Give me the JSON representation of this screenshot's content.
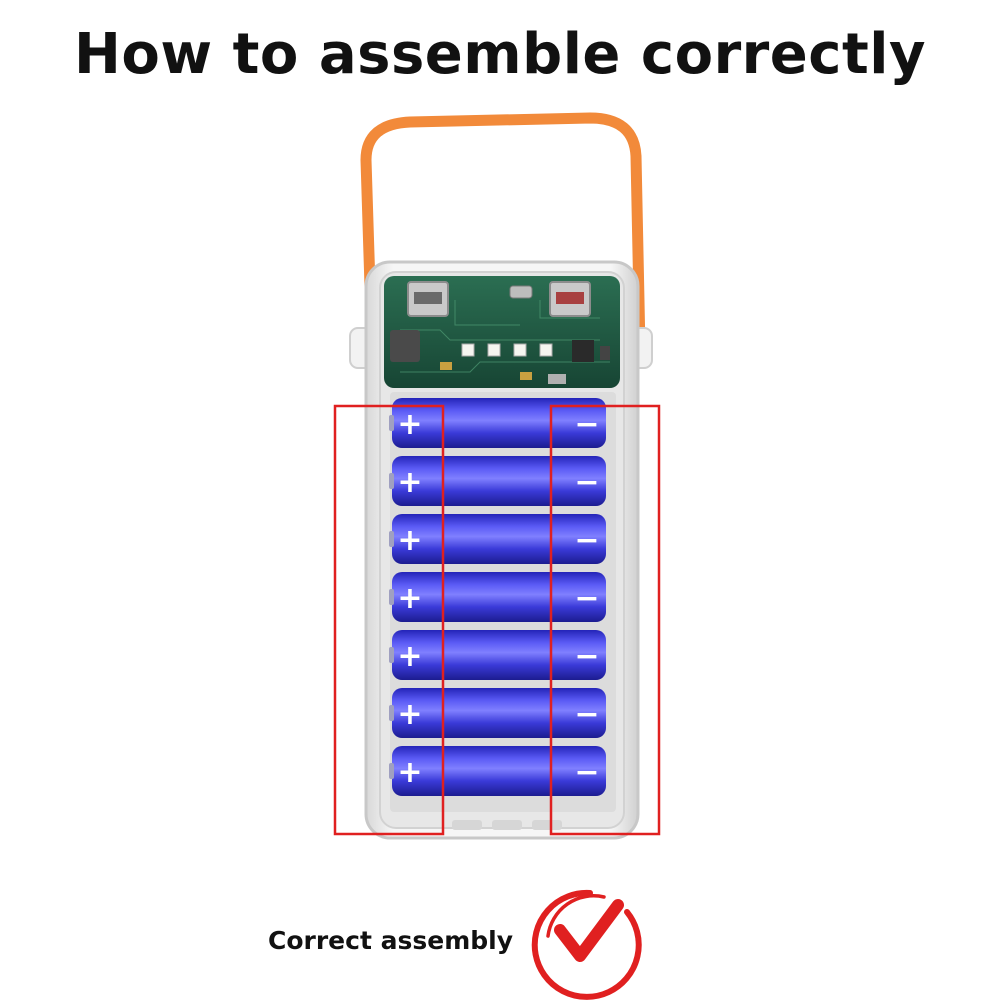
{
  "title": "How to assemble correctly",
  "caption": "Correct assembly",
  "battery_count": 7,
  "battery_left_symbol": "+",
  "battery_right_symbol": "−",
  "colors": {
    "handle": "#f28a3a",
    "battery": "#3f3fe0",
    "pcb": "#1f5a42",
    "highlight_box": "#e02020",
    "check": "#e02020",
    "case": "#eeeeee"
  },
  "icons": {
    "check": "checkmark-circle-icon",
    "led": "led-icon",
    "usb_port": "usb-port-icon"
  }
}
